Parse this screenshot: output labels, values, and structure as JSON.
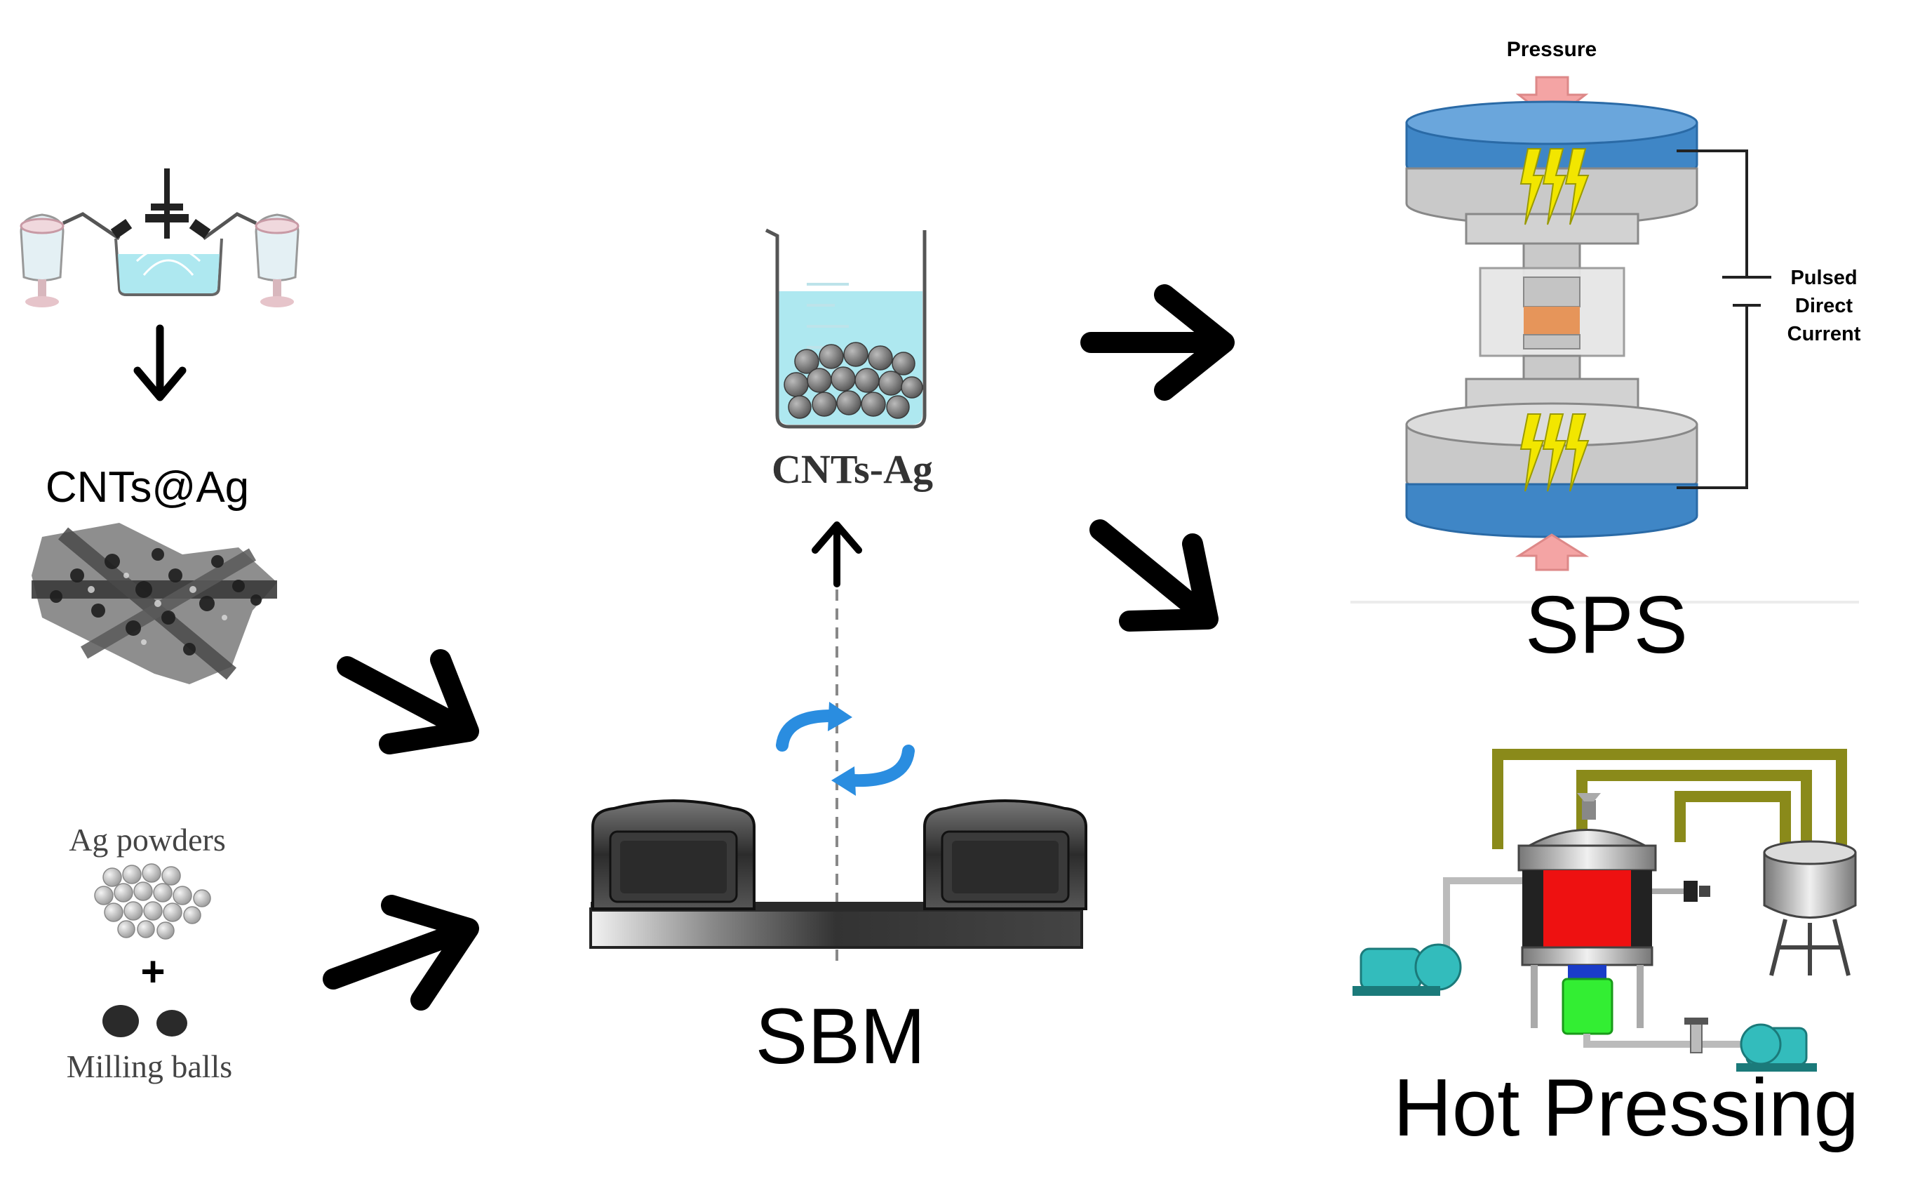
{
  "labels": {
    "cnts_at_ag": "CNTs@Ag",
    "ag_powders": "Ag powders",
    "plus": "+",
    "milling_balls": "Milling balls",
    "cnts_ag": "CNTs-Ag",
    "sbm": "SBM",
    "pressure": "Pressure",
    "pulsed": "Pulsed",
    "direct": "Direct",
    "current": "Current",
    "sps": "SPS",
    "hot_pressing": "Hot Pressing"
  },
  "colors": {
    "arrow": "#000000",
    "liquid": "#aee8f0",
    "sps_blue": "#3f86c6",
    "sps_gray": "#c9c9c9",
    "sample": "#e6955a",
    "pressure_arrow": "#f4a4a4",
    "spark": "#f2e600",
    "rotation": "#2a8de0",
    "hp_frame": "#8a8a1a",
    "hp_red": "#ee1111",
    "hp_green": "#33ee33",
    "pump": "#33bcbc"
  }
}
